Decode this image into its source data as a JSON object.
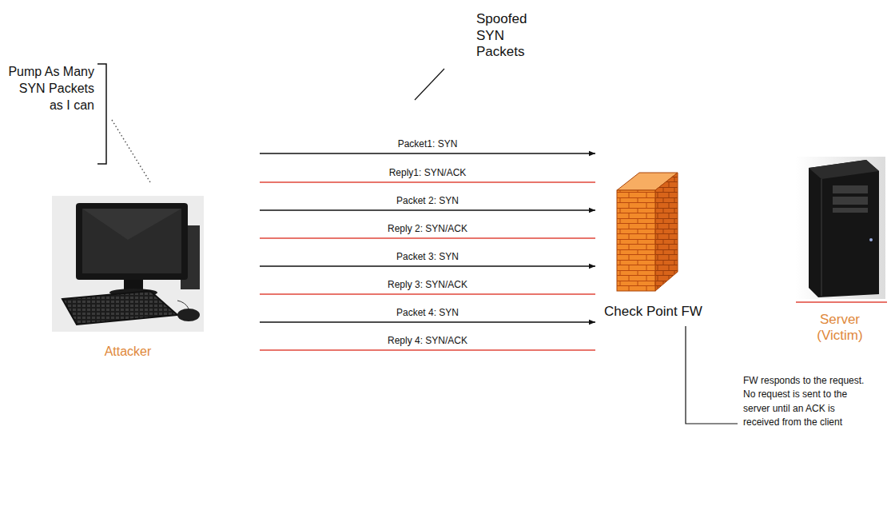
{
  "diagram": {
    "nodes": [
      {
        "text": [
          "Attacker"
        ]
      },
      {
        "text": [
          "Check Point FW"
        ]
      },
      {
        "text": [
          "Server (Victim)"
        ]
      }
    ],
    "edges": [
      {
        "from": 0,
        "to": 1,
        "arrow": "to",
        "label": "Packet1: SYN"
      },
      {
        "from": 1,
        "to": 0,
        "arrow": "none",
        "label": "Reply1: SYN/ACK"
      },
      {
        "from": 0,
        "to": 1,
        "arrow": "to",
        "label": "Packet 2: SYN"
      },
      {
        "from": 1,
        "to": 0,
        "arrow": "none",
        "label": "Reply 2: SYN/ACK"
      },
      {
        "from": 0,
        "to": 1,
        "arrow": "to",
        "label": "Packet 3: SYN"
      },
      {
        "from": 1,
        "to": 0,
        "arrow": "none",
        "label": "Reply 3: SYN/ACK"
      },
      {
        "from": 0,
        "to": 1,
        "arrow": "to",
        "label": "Packet 4: SYN"
      },
      {
        "from": 1,
        "to": 0,
        "arrow": "none",
        "label": "Reply 4: SYN/ACK"
      }
    ],
    "labels": [
      "Spoofed SYN Packets",
      "Pump As Many SYN Packets as I can",
      "FW responds to the request. No request is sent to the server until an ACK is received from the client"
    ]
  }
}
